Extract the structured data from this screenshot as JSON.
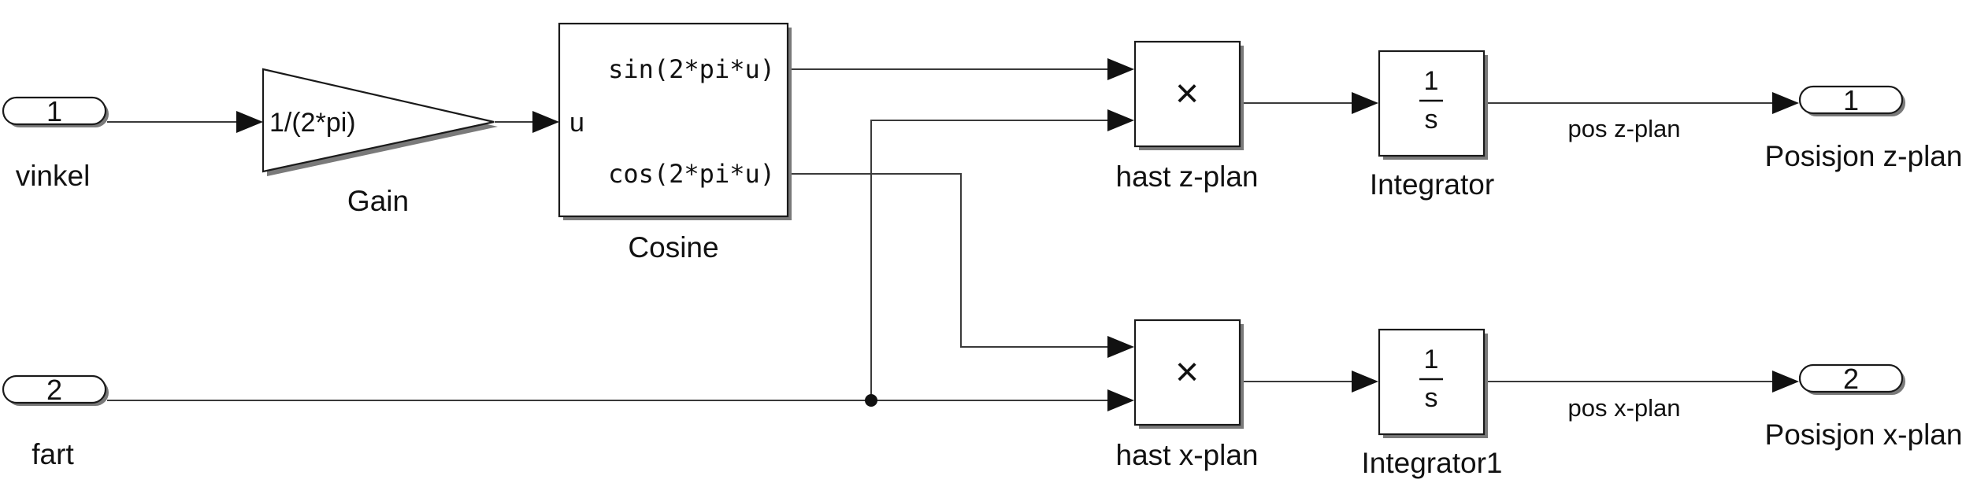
{
  "inports": [
    {
      "number": "1",
      "name": "vinkel"
    },
    {
      "number": "2",
      "name": "fart"
    }
  ],
  "outports": [
    {
      "number": "1",
      "name": "Posisjon z-plan"
    },
    {
      "number": "2",
      "name": "Posisjon x-plan"
    }
  ],
  "gain": {
    "expression": "1/(2*pi)",
    "name": "Gain"
  },
  "cosine": {
    "input_label": "u",
    "output_sin": "sin(2*pi*u)",
    "output_cos": "cos(2*pi*u)",
    "name": "Cosine"
  },
  "products": [
    {
      "symbol": "×",
      "name": "hast z-plan"
    },
    {
      "symbol": "×",
      "name": "hast x-plan"
    }
  ],
  "integrators": [
    {
      "numerator": "1",
      "denominator": "s",
      "name": "Integrator"
    },
    {
      "numerator": "1",
      "denominator": "s",
      "name": "Integrator1"
    }
  ],
  "signals": {
    "pos_z": "pos z-plan",
    "pos_x": "pos x-plan"
  }
}
